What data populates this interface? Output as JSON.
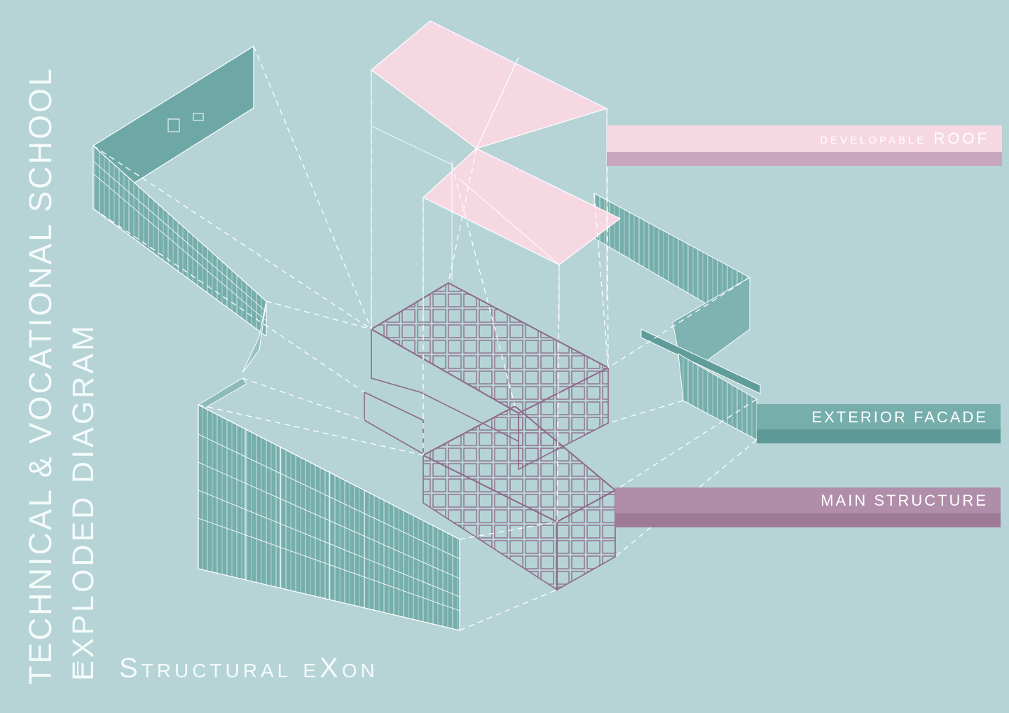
{
  "title": {
    "main": "TECHNICAL & VOCATIONAL SCHOOL",
    "sub": "EXPLODED DIAGRAM"
  },
  "caption": "Structural eXon",
  "labels": {
    "roof": "developable ROOF",
    "facade": "EXTERIOR FACADE",
    "structure": "MAIN STRUCTURE"
  },
  "colors": {
    "background": "#b6d3d5",
    "roof": "#f6d8e3",
    "facade": "#76aeab",
    "structure": "#b08ea9",
    "structure_line": "#8e6a86",
    "line": "#ffffff"
  }
}
